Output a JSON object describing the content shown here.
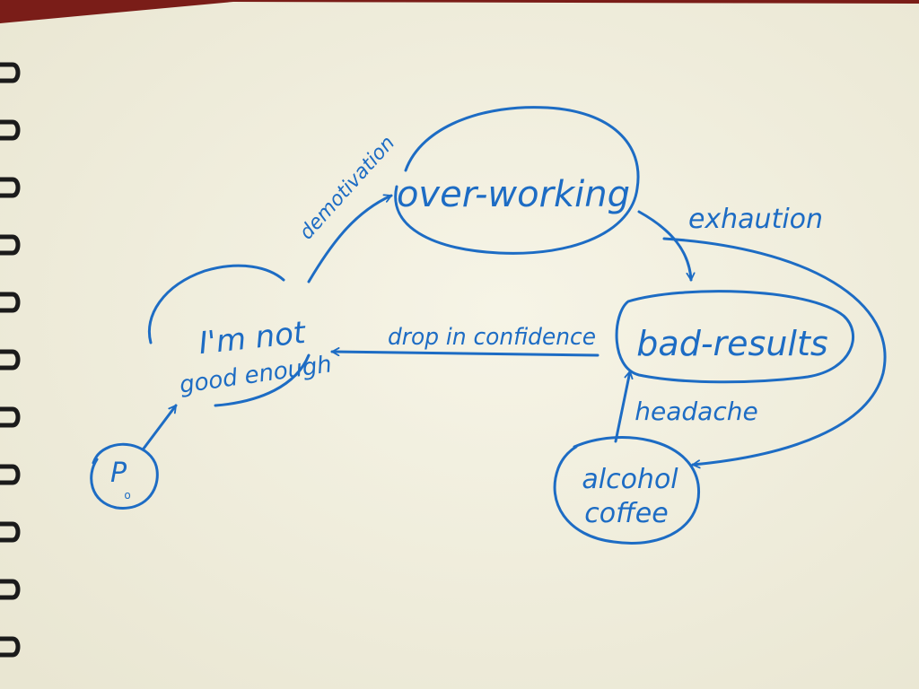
{
  "colors": {
    "ink": "#1d6cc4",
    "paper": "#f3f1e3",
    "paper_shadow": "#e4e2d2",
    "top_strip": "#7a1d18",
    "wire": "#1b1b1b"
  },
  "nodes": {
    "start": {
      "label": "P",
      "sublabel": "o"
    },
    "not_good_enough": {
      "line1": "I'm not",
      "line2": "good enough"
    },
    "over_working": {
      "label": "over-working"
    },
    "bad_results": {
      "label": "bad-results"
    },
    "alcohol_coffee": {
      "line1": "alcohol",
      "line2": "coffee"
    }
  },
  "edges": {
    "demotivation": {
      "label": "demotivation"
    },
    "exhaution": {
      "label": "exhaution"
    },
    "drop_in_confidence": {
      "label": "drop in confidence"
    },
    "headache": {
      "label": "headache"
    }
  }
}
